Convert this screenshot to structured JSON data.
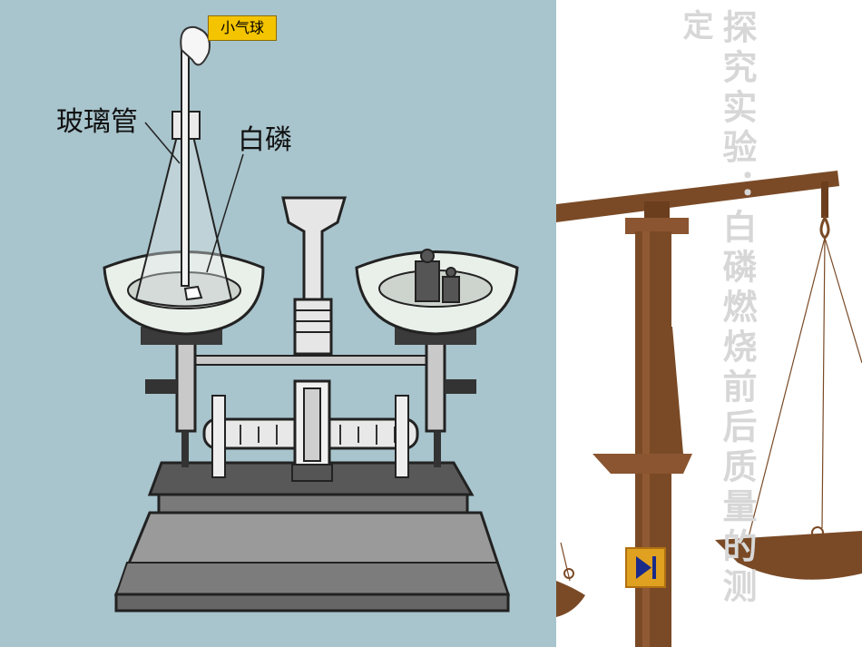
{
  "illustration": {
    "balloon_label": "小气球",
    "glass_tube_label": "玻璃管",
    "white_phosphorus_label": "白磷"
  },
  "title": {
    "line_main": "探究实验：白磷燃烧前后质量的测",
    "line_cont": "定"
  },
  "controls": {
    "next_icon": "play-next-icon"
  },
  "colors": {
    "background_blue": "#a8c4cc",
    "wood_brown": "#7a4a26",
    "title_gray": "#d7d7d7",
    "button_gold": "#e0a020"
  }
}
